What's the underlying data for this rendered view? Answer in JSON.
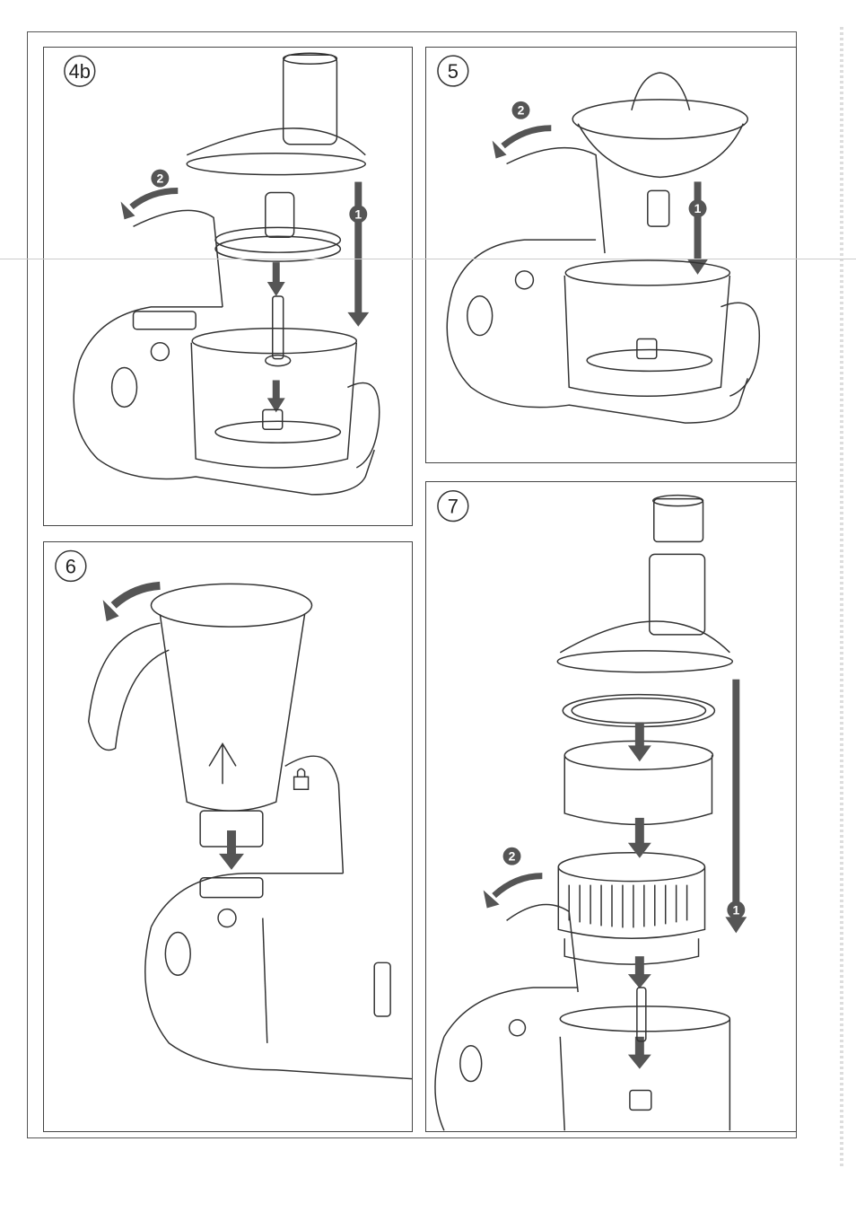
{
  "panels": [
    {
      "id": "4b",
      "label": "4b",
      "steps": [
        "1",
        "2"
      ]
    },
    {
      "id": "5",
      "label": "5",
      "steps": [
        "1",
        "2"
      ]
    },
    {
      "id": "6",
      "label": "6",
      "steps": []
    },
    {
      "id": "7",
      "label": "7",
      "steps": [
        "1",
        "2"
      ]
    }
  ],
  "colors": {
    "line": "#333333",
    "arrow": "#555555",
    "badge_fill": "#555555"
  },
  "icons": [
    "rotate-arrow-icon",
    "down-arrow-icon",
    "lock-symbol-icon"
  ]
}
